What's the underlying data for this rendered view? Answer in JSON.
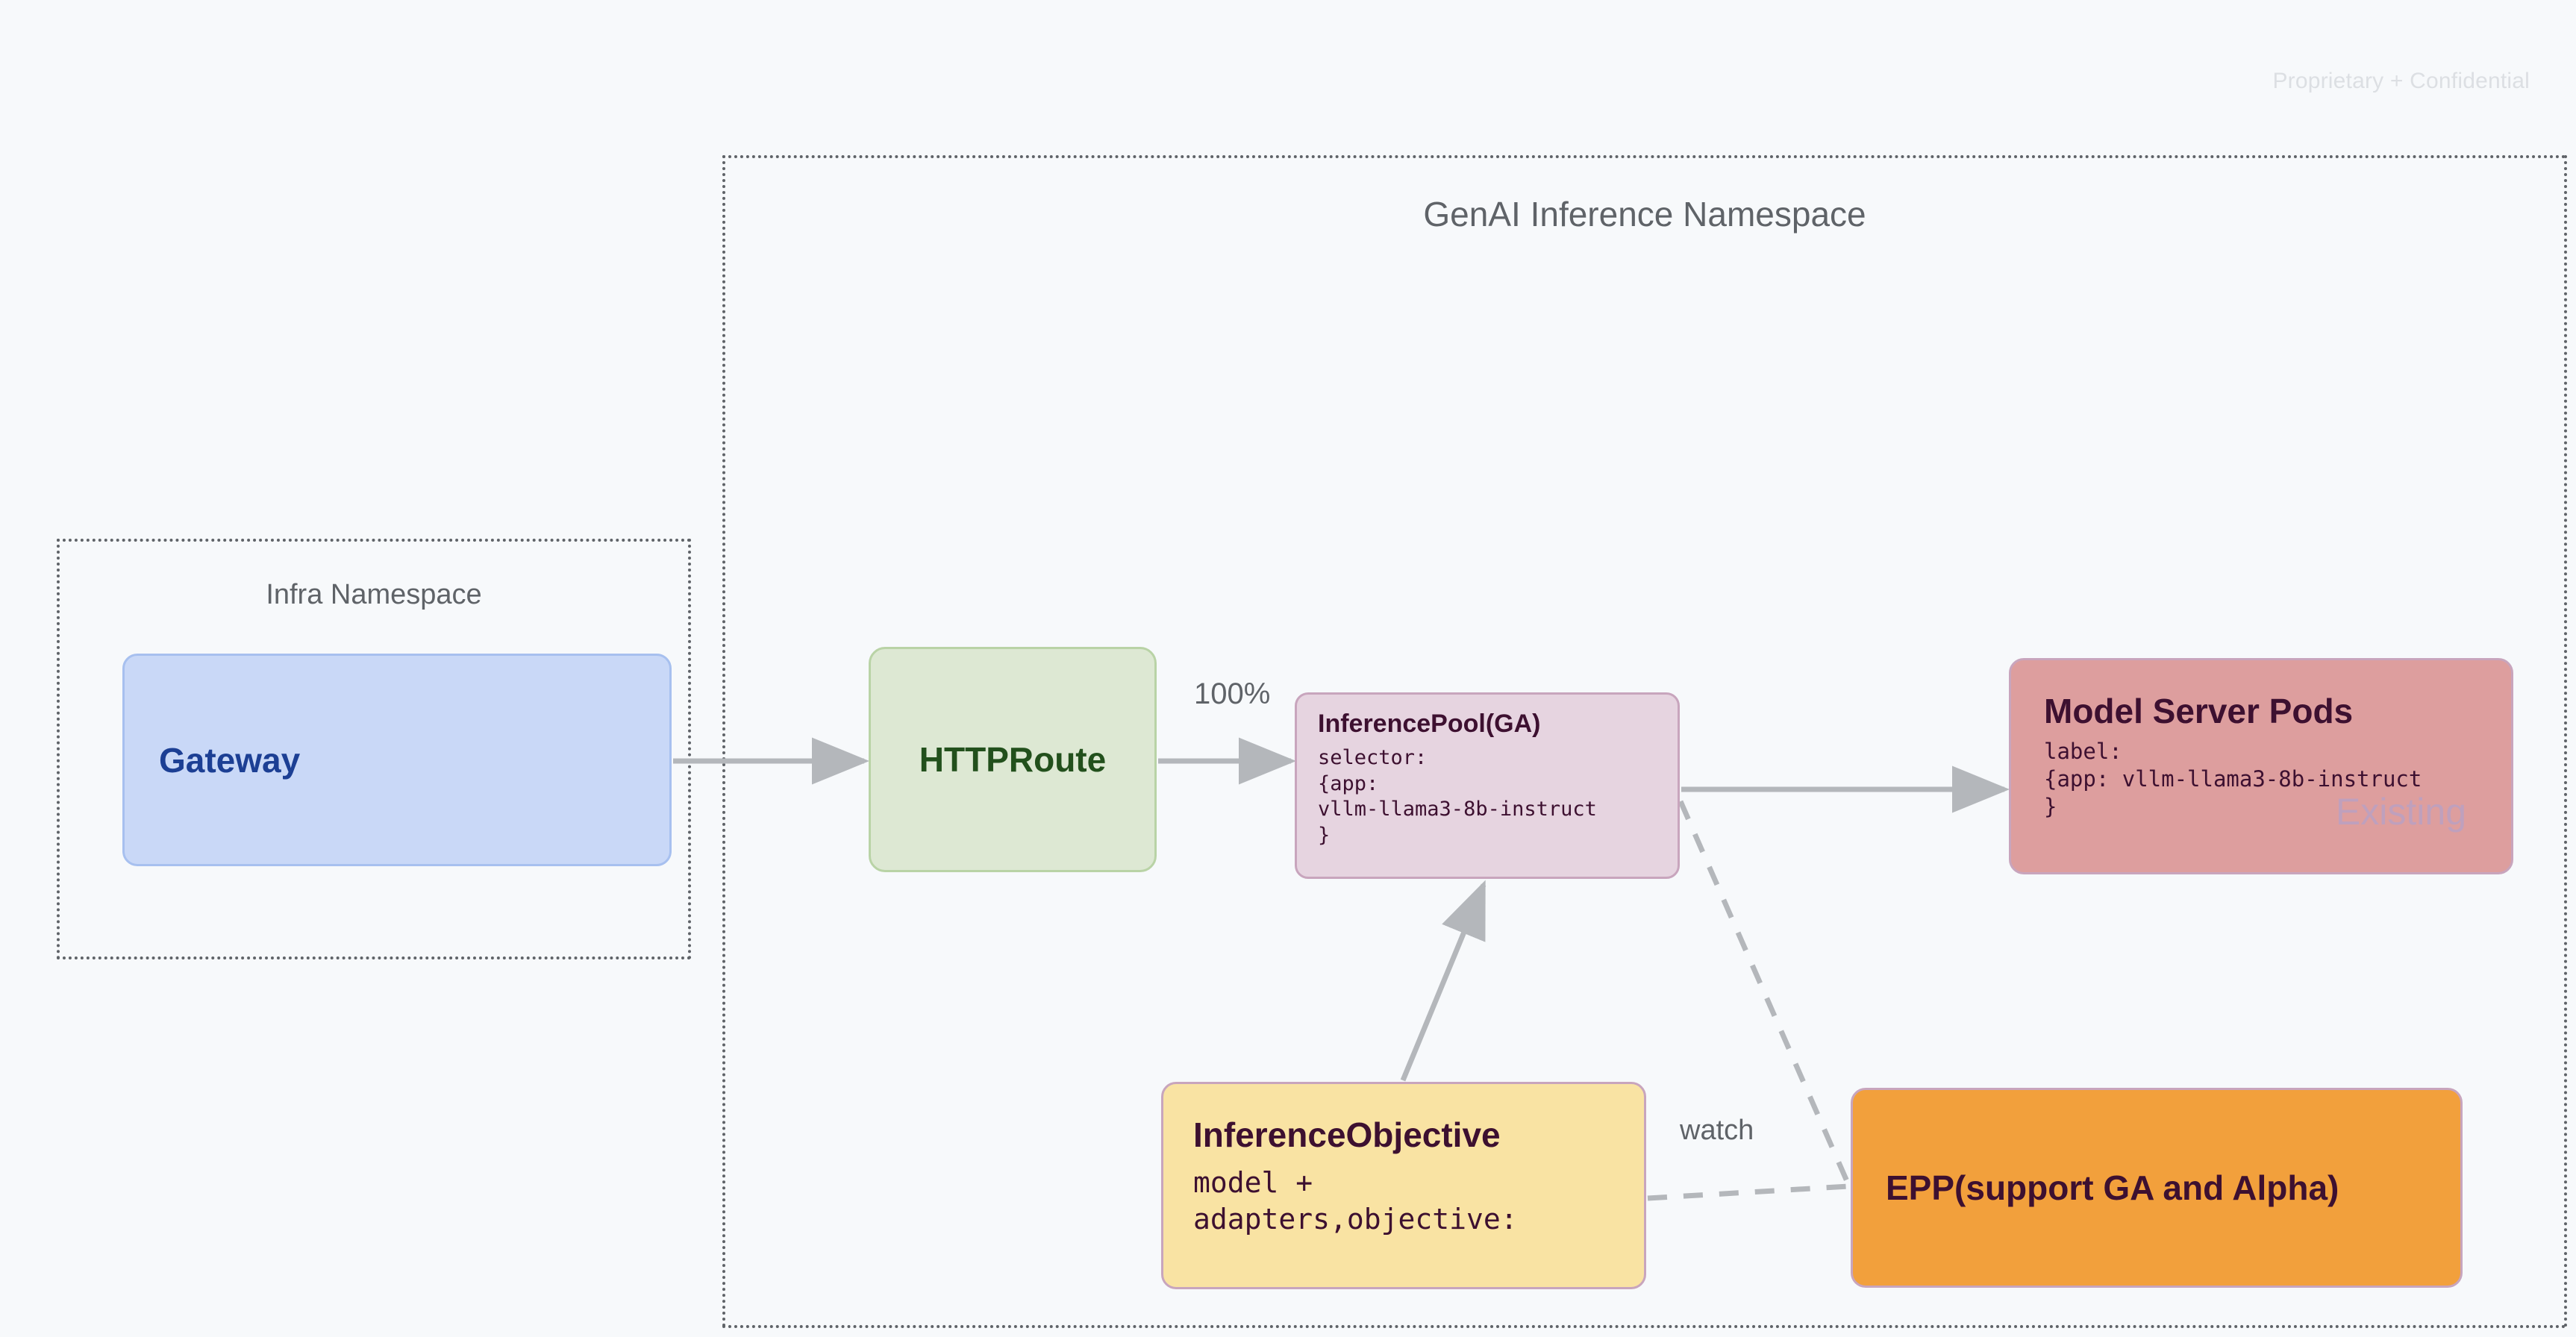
{
  "page": {
    "confidential_notice": "Proprietary + Confidential",
    "background_color": "#f7f9fb"
  },
  "namespaces": {
    "genai": {
      "title": "GenAI Inference Namespace",
      "border_style": "dotted",
      "border_color": "#5f6368"
    },
    "infra": {
      "title": "Infra Namespace",
      "border_style": "dotted",
      "border_color": "#5f6368"
    }
  },
  "nodes": {
    "gateway": {
      "title": "Gateway",
      "fill": "#c9d8f7",
      "text_color": "#1c3f94"
    },
    "httproute": {
      "title": "HTTPRoute",
      "fill": "#dde8d3",
      "text_color": "#22501c"
    },
    "inferencepool": {
      "title": "InferencePool(GA)",
      "body": "selector:\n{app:\nvllm-llama3-8b-instruct\n}",
      "fill": "#e6d4e0",
      "text_color": "#3d1030"
    },
    "modelserver": {
      "title": "Model Server Pods",
      "body": "label:\n{app: vllm-llama3-8b-instruct\n}",
      "watermark": "Existing",
      "fill": "#dd9e9e",
      "text_color": "#3d1030",
      "watermark_color": "#bfa0bd"
    },
    "inferenceobjective": {
      "title": "InferenceObjective",
      "body": "model +\nadapters,objective:",
      "fill": "#f9e3a3",
      "text_color": "#3d1030"
    },
    "epp": {
      "title": "EPP(support GA and Alpha)",
      "fill": "#f2a03c",
      "text_color": "#3d1030"
    }
  },
  "edges": {
    "gateway_to_httproute": {
      "label": "",
      "style": "solid"
    },
    "httproute_to_inferencepool": {
      "label": "100%",
      "style": "solid"
    },
    "inferencepool_to_modelserver": {
      "label": "",
      "style": "solid"
    },
    "inferenceobjective_to_inferencepool": {
      "label": "",
      "style": "solid"
    },
    "inferenceobjective_to_epp": {
      "label": "watch",
      "style": "dashed"
    },
    "inferencepool_to_epp": {
      "label": "",
      "style": "dashed"
    }
  },
  "colors": {
    "edge": "#b4b7bb",
    "namespace_border": "#5f6368",
    "label_text": "#5f6368",
    "confidential_text": "#dcdfe3"
  }
}
